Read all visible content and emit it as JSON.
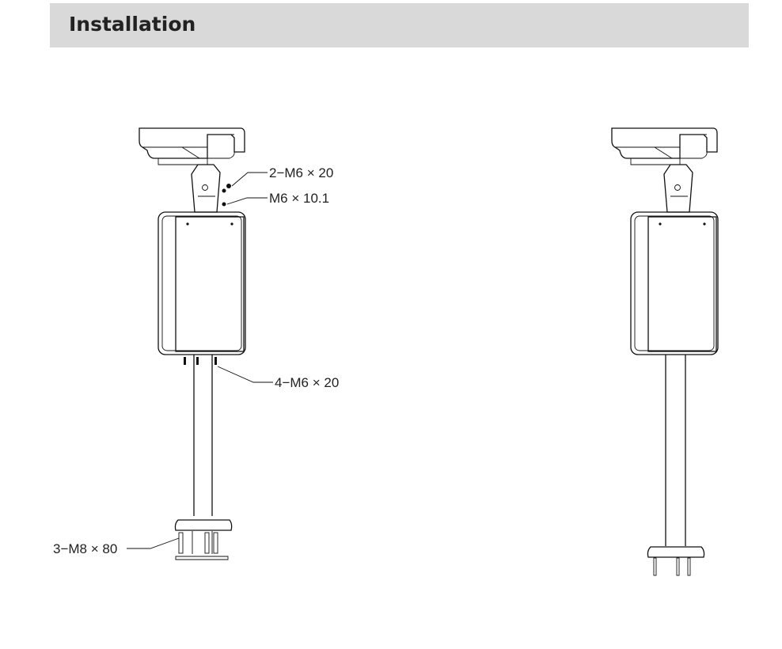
{
  "section": {
    "title": "Installation"
  },
  "diagram_left": {
    "callouts": [
      "2−M6 × 20",
      "M6 × 10.1",
      "4−M6 × 20",
      "3−M8 × 80"
    ]
  },
  "diagram_right": {}
}
